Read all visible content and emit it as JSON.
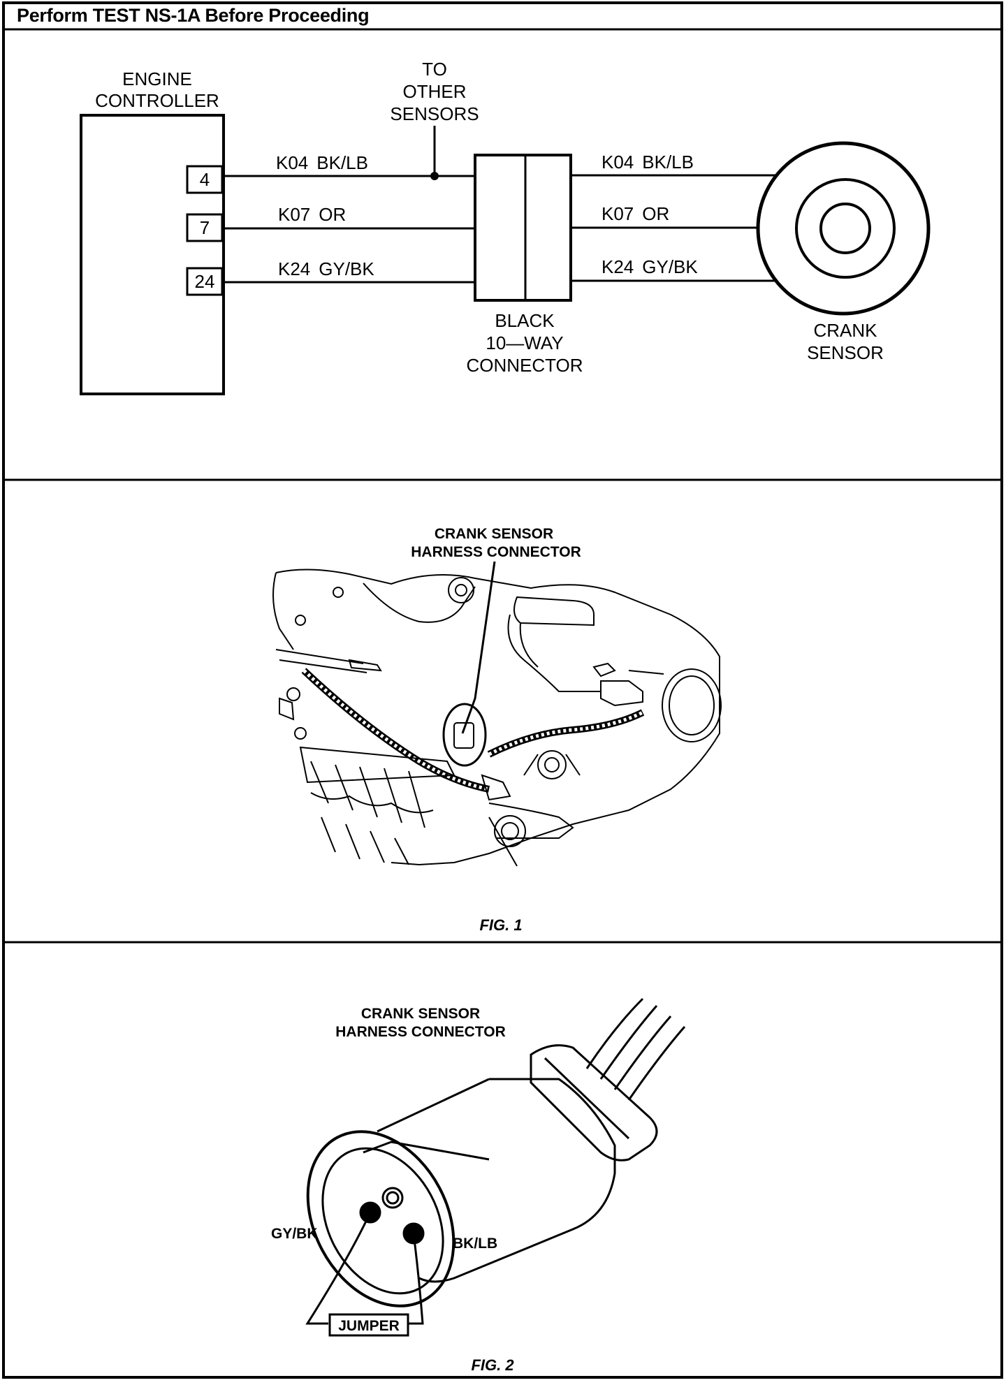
{
  "header": {
    "title": "Perform TEST NS-1A Before Proceeding"
  },
  "schematic": {
    "controller_label_1": "ENGINE",
    "controller_label_2": "CONTROLLER",
    "pins": [
      "4",
      "7",
      "24"
    ],
    "wires": [
      {
        "circuit": "K04",
        "color": "BK/LB"
      },
      {
        "circuit": "K07",
        "color": "OR"
      },
      {
        "circuit": "K24",
        "color": "GY/BK"
      }
    ],
    "branch_label": [
      "TO",
      "OTHER",
      "SENSORS"
    ],
    "connector_label": [
      "BLACK",
      "10—WAY",
      "CONNECTOR"
    ],
    "sensor_label": [
      "CRANK",
      "SENSOR"
    ]
  },
  "fig1": {
    "callout": [
      "CRANK SENSOR",
      "HARNESS CONNECTOR"
    ],
    "caption": "FIG. 1"
  },
  "fig2": {
    "callout": [
      "CRANK SENSOR",
      "HARNESS CONNECTOR"
    ],
    "pin_left_label": "GY/BK",
    "pin_right_label": "BK/LB",
    "jumper_label": "JUMPER",
    "caption": "FIG. 2"
  }
}
